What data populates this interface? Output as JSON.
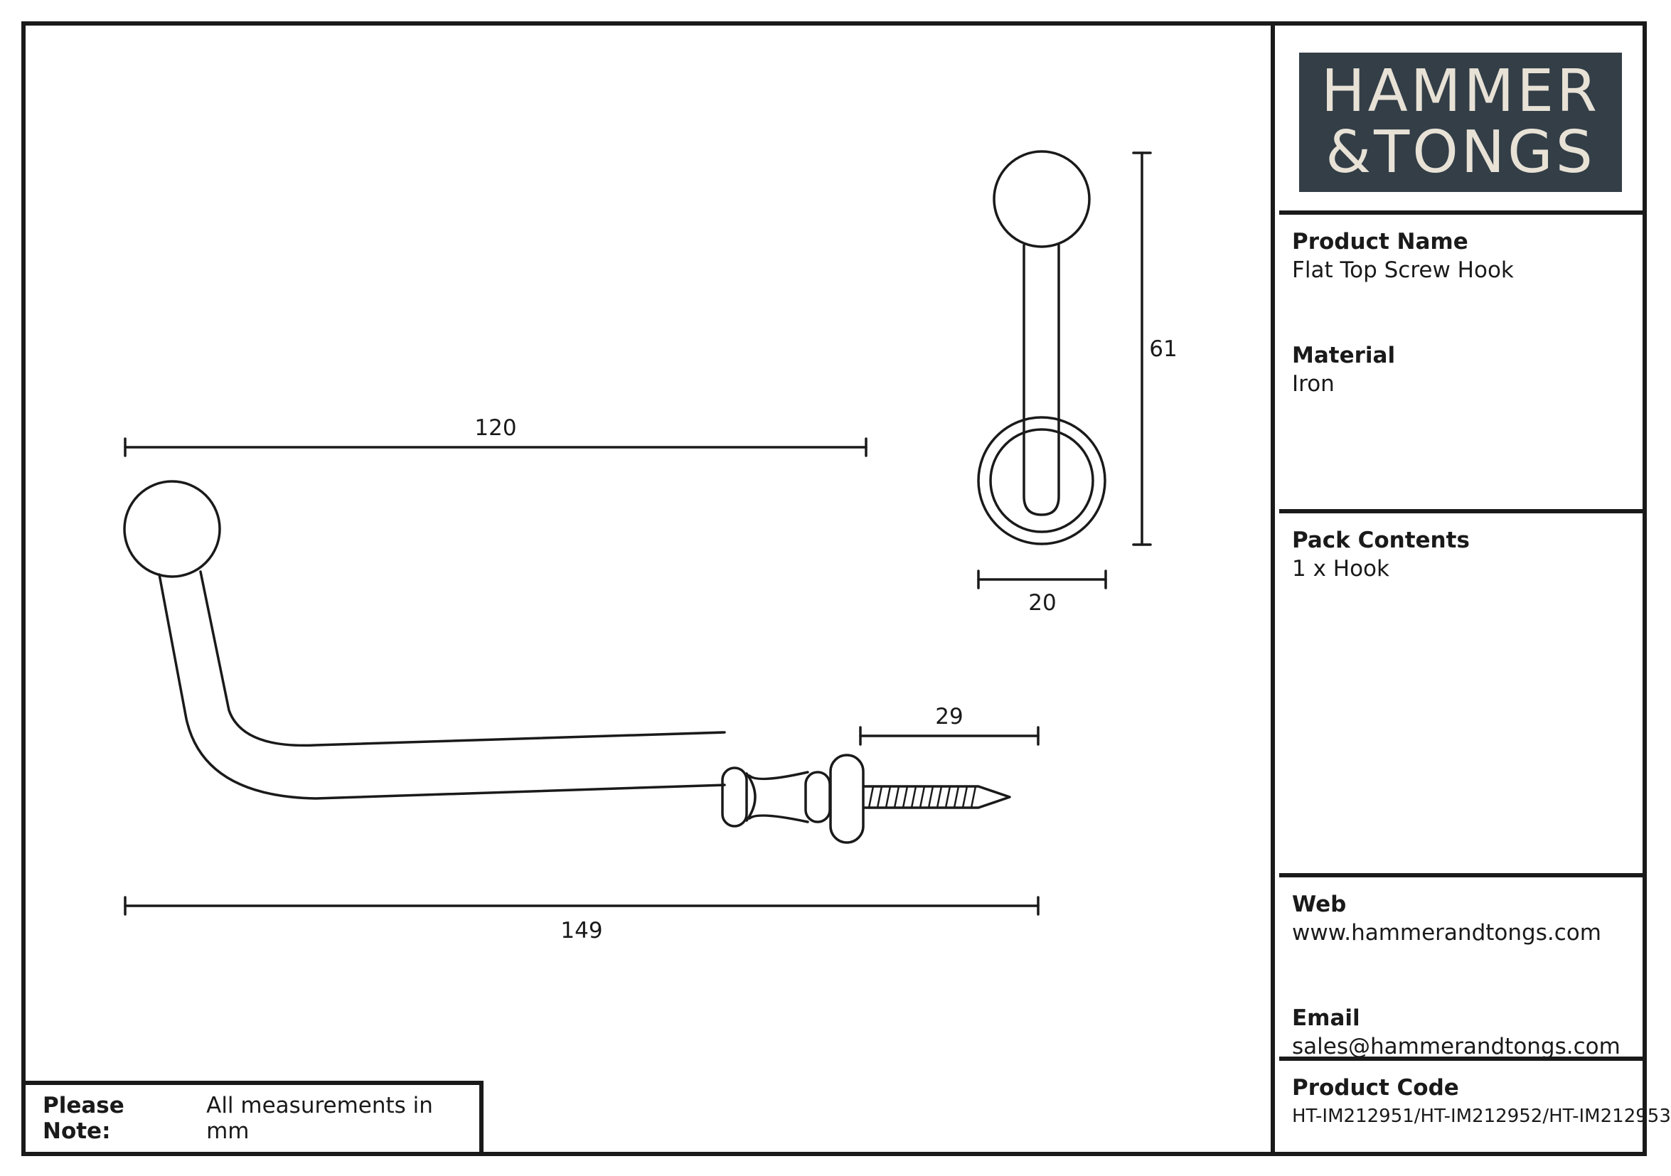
{
  "brand": {
    "line1": "HAMMER",
    "line2": "&TONGS",
    "colors": {
      "logo_bg": "#333e47",
      "logo_text": "#e8e2d6",
      "ink": "#1a1a1a"
    }
  },
  "product": {
    "name_label": "Product Name",
    "name_value": "Flat Top Screw Hook",
    "material_label": "Material",
    "material_value": "Iron"
  },
  "pack": {
    "label": "Pack Contents",
    "value": "1 x Hook"
  },
  "contact": {
    "web_label": "Web",
    "web_value": "www.hammerandtongs.com",
    "email_label": "Email",
    "email_value": "sales@hammerandtongs.com"
  },
  "code": {
    "label": "Product Code",
    "value": "HT-IM212951/HT-IM212952/HT-IM212953"
  },
  "note": {
    "label": "Please Note:",
    "text": "All measurements in mm"
  },
  "dimensions": {
    "top_length": "120",
    "total_length": "149",
    "screw_length": "29",
    "height": "61",
    "width": "20"
  }
}
